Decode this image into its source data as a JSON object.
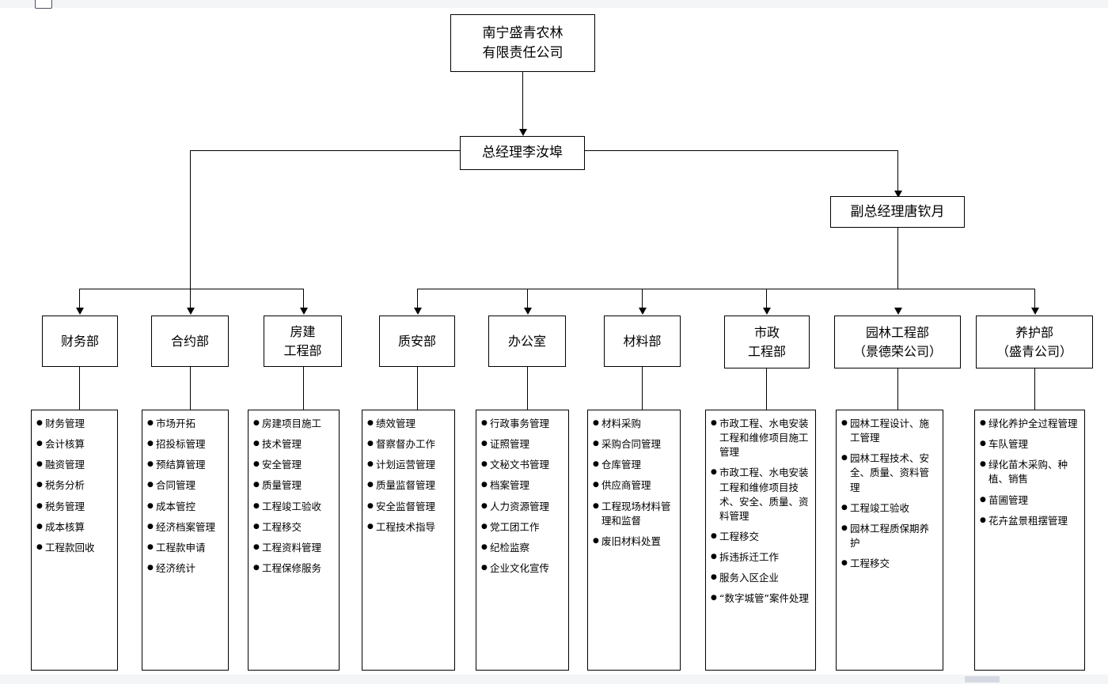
{
  "chrome": {
    "tab_label": "",
    "status_label": ""
  },
  "org": {
    "root": {
      "name": "root-company",
      "lines": [
        "南宁盛青农林",
        "有限责任公司"
      ]
    },
    "gm": {
      "name": "general-manager",
      "lines": [
        "总经理李汝埠"
      ]
    },
    "dgm": {
      "name": "deputy-general-manager",
      "lines": [
        "副总经理唐钦月"
      ]
    },
    "departments": [
      {
        "id": "finance",
        "lines": [
          "财务部"
        ],
        "duties": [
          "财务管理",
          "会计核算",
          "融资管理",
          "税务分析",
          "税务管理",
          "成本核算",
          "工程款回收"
        ]
      },
      {
        "id": "contract",
        "lines": [
          "合约部"
        ],
        "duties": [
          "市场开拓",
          "招投标管理",
          "预结算管理",
          "合同管理",
          "成本管控",
          "经济档案管理",
          "工程款申请",
          "经济统计"
        ]
      },
      {
        "id": "building-engineering",
        "lines": [
          "房建",
          "工程部"
        ],
        "duties": [
          "房建项目施工",
          "技术管理",
          "安全管理",
          "质量管理",
          "工程竣工验收",
          "工程移交",
          "工程资料管理",
          "工程保修服务"
        ]
      },
      {
        "id": "quality-safety",
        "lines": [
          "质安部"
        ],
        "duties": [
          "绩效管理",
          "督察督办工作",
          "计划运营管理",
          "质量监督管理",
          "安全监督管理",
          "工程技术指导"
        ]
      },
      {
        "id": "office",
        "lines": [
          "办公室"
        ],
        "duties": [
          "行政事务管理",
          "证照管理",
          "文秘文书管理",
          "档案管理",
          "人力资源管理",
          "党工团工作",
          "纪检监察",
          "企业文化宣传"
        ]
      },
      {
        "id": "materials",
        "lines": [
          "材料部"
        ],
        "duties": [
          "材料采购",
          "采购合同管理",
          "仓库管理",
          "供应商管理",
          "工程现场材料管理和监督",
          "废旧材料处置"
        ]
      },
      {
        "id": "municipal-engineering",
        "lines": [
          "市政",
          "工程部"
        ],
        "duties": [
          "市政工程、水电安装工程和维修项目施工管理",
          "市政工程、水电安装工程和维修项目技术、安全、质量、资料管理",
          "工程移交",
          "拆违拆迁工作",
          "服务入区企业",
          "“数字城管”案件处理"
        ]
      },
      {
        "id": "landscape-engineering",
        "lines": [
          "园林工程部",
          "（景德荣公司）"
        ],
        "duties": [
          "园林工程设计、施工管理",
          "园林工程技术、安全、质量、资料管理",
          "工程竣工验收",
          "园林工程质保期养护",
          "工程移交"
        ]
      },
      {
        "id": "maintenance",
        "lines": [
          "养护部",
          "（盛青公司）"
        ],
        "duties": [
          "绿化养护全过程管理",
          "车队管理",
          "绿化苗木采购、种植、销售",
          "苗圃管理",
          "花卉盆景租摆管理"
        ]
      }
    ]
  },
  "colors": {
    "line": "#000000",
    "box_border": "#000000",
    "background": "#ffffff",
    "chrome": "#f4f5f7"
  }
}
